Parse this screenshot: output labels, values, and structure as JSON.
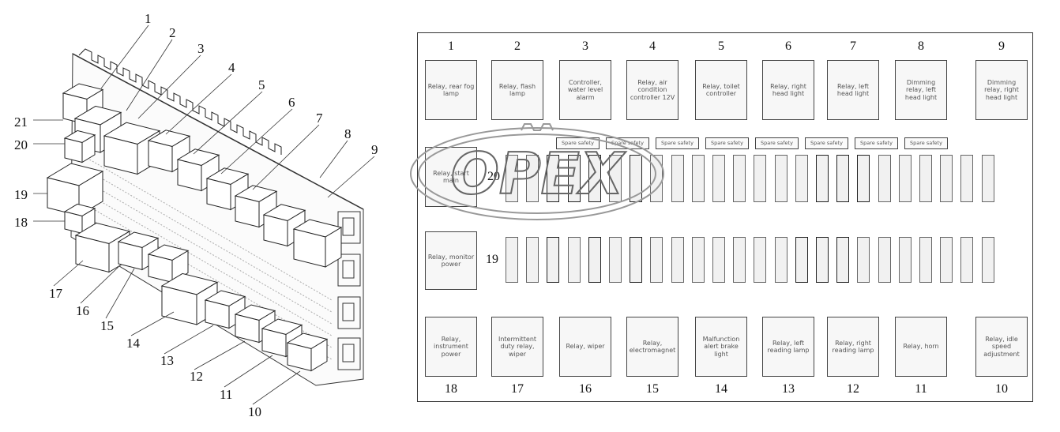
{
  "left_callouts": [
    "1",
    "2",
    "3",
    "4",
    "5",
    "6",
    "7",
    "8",
    "9",
    "10",
    "11",
    "12",
    "13",
    "14",
    "15",
    "16",
    "17",
    "18",
    "19",
    "20",
    "21"
  ],
  "top_numbers": [
    "1",
    "2",
    "3",
    "4",
    "5",
    "6",
    "7",
    "8",
    "9"
  ],
  "bottom_numbers": [
    "18",
    "17",
    "16",
    "15",
    "14",
    "13",
    "12",
    "11",
    "10"
  ],
  "top_relays": [
    "Relay, rear fog lamp",
    "Relay, flash lamp",
    "Controller, water level alarm",
    "Relay, air condition controller 12V",
    "Relay, toilet controller",
    "Relay, right head light",
    "Relay, left head light",
    "Dimming relay, left head light",
    "Dimming relay, right head light"
  ],
  "bottom_relays": [
    "Relay, instrument power",
    "Intermittent duty relay, wiper",
    "Relay, wiper",
    "Relay, electromagnet",
    "Malfunction alert brake light",
    "Relay, left reading lamp",
    "Relay, right reading lamp",
    "Relay, horn",
    "Relay, idle speed adjustment"
  ],
  "spare_label": "Spare safety",
  "side_relays": [
    {
      "num": "20",
      "text": "Relay, start main"
    },
    {
      "num": "19",
      "text": "Relay, monitor power"
    }
  ],
  "watermark": "OPEX"
}
